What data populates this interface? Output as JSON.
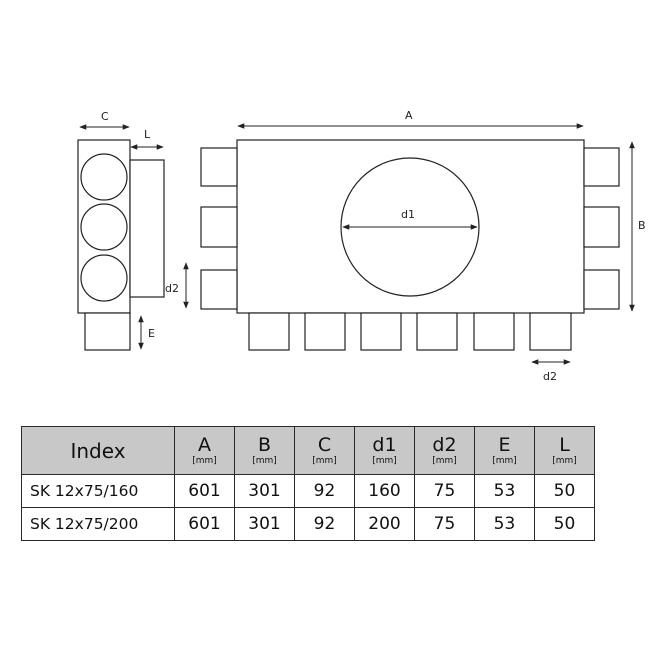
{
  "diagram": {
    "labels": {
      "a": "A",
      "b": "B",
      "c": "C",
      "l": "L",
      "d1": "d1",
      "d2_side": "d2",
      "d2_bottom": "d2",
      "e": "E"
    }
  },
  "table": {
    "index_header": "Index",
    "columns": [
      {
        "name": "A",
        "unit": "[mm]"
      },
      {
        "name": "B",
        "unit": "[mm]"
      },
      {
        "name": "C",
        "unit": "[mm]"
      },
      {
        "name": "d1",
        "unit": "[mm]"
      },
      {
        "name": "d2",
        "unit": "[mm]"
      },
      {
        "name": "E",
        "unit": "[mm]"
      },
      {
        "name": "L",
        "unit": "[mm]"
      }
    ],
    "rows": [
      {
        "index": "SK 12x75/160",
        "values": [
          "601",
          "301",
          "92",
          "160",
          "75",
          "53",
          "50"
        ]
      },
      {
        "index": "SK 12x75/200",
        "values": [
          "601",
          "301",
          "92",
          "200",
          "75",
          "53",
          "50"
        ]
      }
    ]
  }
}
